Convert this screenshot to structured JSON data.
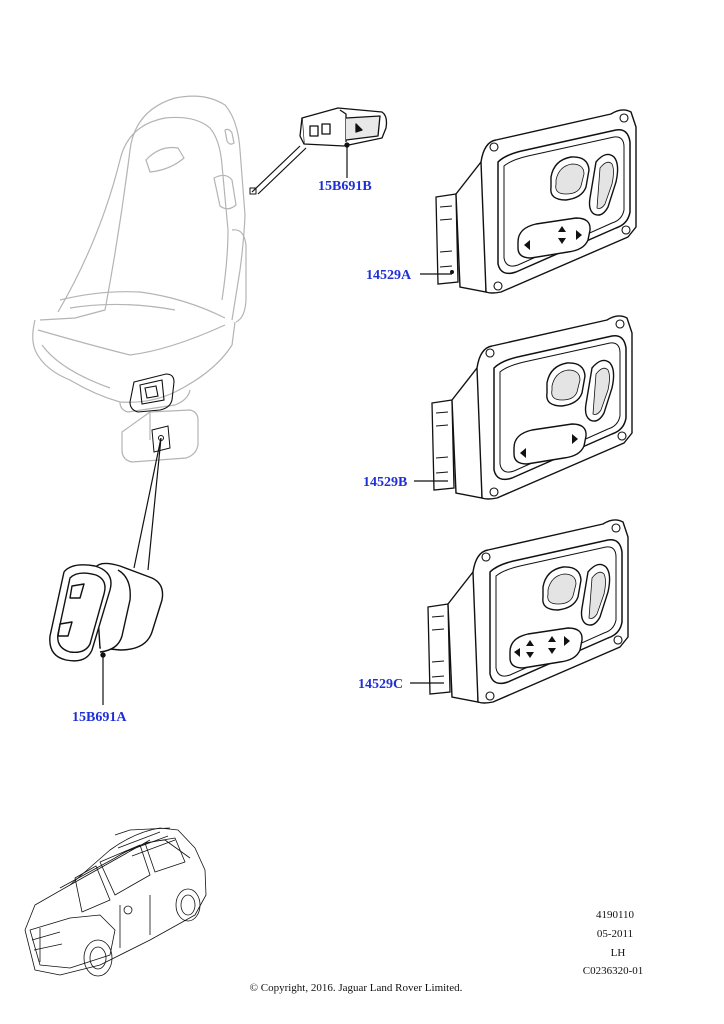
{
  "callouts": [
    {
      "id": "15B691B",
      "label": "15B691B"
    },
    {
      "id": "14529A",
      "label": "14529A"
    },
    {
      "id": "14529B",
      "label": "14529B"
    },
    {
      "id": "14529C",
      "label": "14529C"
    },
    {
      "id": "15B691A",
      "label": "15B691A"
    }
  ],
  "meta": {
    "illustration_number": "4190110",
    "date": "05-2011",
    "side": "LH",
    "drawing_code": "C0236320-01"
  },
  "copyright": "© Copyright, 2016. Jaguar Land Rover Limited.",
  "colors": {
    "callout": "#1f2fd6",
    "line": "#111111",
    "ghost": "#b4b4b4"
  }
}
